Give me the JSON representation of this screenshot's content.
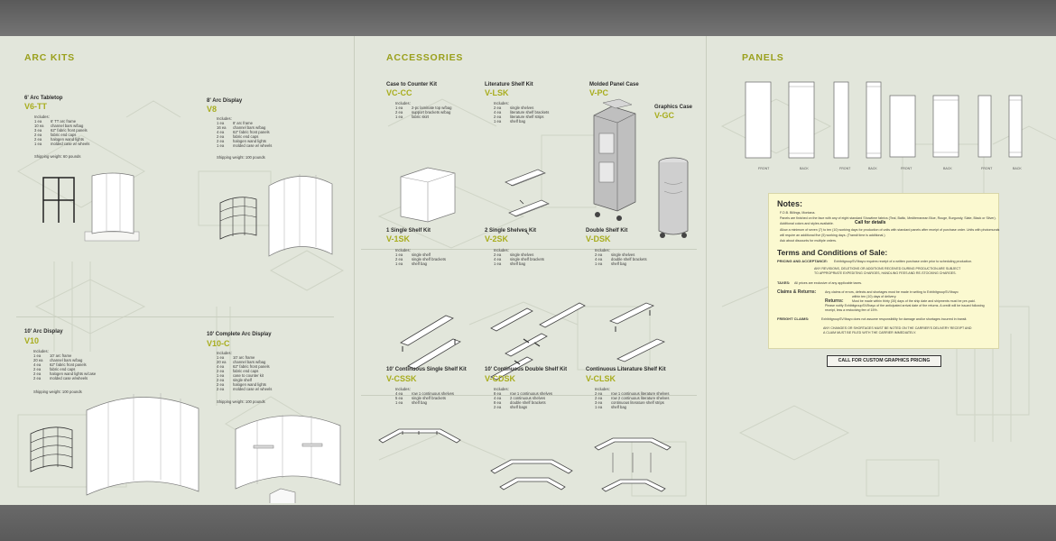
{
  "sections": {
    "arc_kits": "ARC KITS",
    "accessories": "ACCESSORIES",
    "panels": "PANELS"
  },
  "includes_label": "Includes:",
  "arc_kits": [
    {
      "title": "6' Arc Tabletop",
      "code": "V6-TT",
      "items": [
        [
          "1 ea",
          "6' TT arc frame"
        ],
        [
          "10 ea",
          "channel bars w/bag"
        ],
        [
          "3 ea",
          "62\" fabric front panels"
        ],
        [
          "2 ea",
          "fabric end caps"
        ],
        [
          "2 ea",
          "halogen wand lights"
        ],
        [
          "1 ea",
          "molded case w/ wheels"
        ]
      ],
      "shipping": "Shipping weight: 60 pounds"
    },
    {
      "title": "8' Arc Display",
      "code": "V8",
      "items": [
        [
          "1 ea",
          "8' arc frame"
        ],
        [
          "16 ea",
          "channel bars w/bag"
        ],
        [
          "4 ea",
          "62\" fabric front panels"
        ],
        [
          "2 ea",
          "fabric end caps"
        ],
        [
          "2 ea",
          "halogen wand lights"
        ],
        [
          "1 ea",
          "molded case w/ wheels"
        ]
      ],
      "shipping": "Shipping weight: 100 pounds"
    },
    {
      "title": "10' Arc Display",
      "code": "V10",
      "items": [
        [
          "1 ea",
          "10' arc frame"
        ],
        [
          "20 ea",
          "channel bars w/bag"
        ],
        [
          "4 ea",
          "62\" fabric front panels"
        ],
        [
          "2 ea",
          "fabric end caps"
        ],
        [
          "2 ea",
          "halogen wand lights w/case"
        ],
        [
          "2 ea",
          "molded case w/wheels"
        ]
      ],
      "shipping": "Shipping weight: 100 pounds"
    },
    {
      "title": "10' Complete Arc Display",
      "code": "V10-C",
      "items": [
        [
          "1 ea",
          "10' arc frame"
        ],
        [
          "20 ea",
          "channel bars w/bag"
        ],
        [
          "4 ea",
          "62\" fabric front panels"
        ],
        [
          "2 ea",
          "fabric end caps"
        ],
        [
          "1 ea",
          "case to counter kit"
        ],
        [
          "2 ea",
          "single shelf"
        ],
        [
          "2 ea",
          "halogen wand lights"
        ],
        [
          "2 ea",
          "molded case w/ wheels"
        ]
      ],
      "shipping": "Shipping weight: 100 pounds"
    }
  ],
  "accessories": [
    {
      "title": "Case to Counter Kit",
      "code": "VC-CC",
      "items": [
        [
          "1 ea",
          "2-pc laminate top w/bag"
        ],
        [
          "2 ea",
          "support brackets w/bag"
        ],
        [
          "1 ea",
          "fabric skirt"
        ]
      ]
    },
    {
      "title": "Literature Shelf Kit",
      "code": "V-LSK",
      "items": [
        [
          "2 ea",
          "single shelves"
        ],
        [
          "4 ea",
          "literature shelf brackets"
        ],
        [
          "2 ea",
          "literature shelf strips"
        ],
        [
          "1 ea",
          "shelf bag"
        ]
      ]
    },
    {
      "title": "Molded Panel Case",
      "code": "V-PC",
      "items": []
    },
    {
      "title": "Graphics Case",
      "code": "V-GC",
      "items": []
    },
    {
      "title": "1 Single Shelf Kit",
      "code": "V-1SK",
      "items": [
        [
          "1 ea",
          "single shelf"
        ],
        [
          "2 ea",
          "single shelf brackets"
        ],
        [
          "1 ea",
          "shelf bag"
        ]
      ]
    },
    {
      "title": "2 Single Shelves Kit",
      "code": "V-2SK",
      "items": [
        [
          "2 ea",
          "single shelves"
        ],
        [
          "4 ea",
          "single shelf brackets"
        ],
        [
          "1 ea",
          "shelf bag"
        ]
      ]
    },
    {
      "title": "Double Shelf Kit",
      "code": "V-DSK",
      "items": [
        [
          "2 ea",
          "single shelves"
        ],
        [
          "4 ea",
          "double shelf brackets"
        ],
        [
          "1 ea",
          "shelf bag"
        ]
      ]
    },
    {
      "title": "10' Continuous Single Shelf Kit",
      "code": "V-CSSK",
      "items": [
        [
          "4 ea",
          "row 1 continuous shelves"
        ],
        [
          "5 ea",
          "single shelf brackets"
        ],
        [
          "1 ea",
          "shelf bag"
        ]
      ]
    },
    {
      "title": "10' Continuous Double Shelf Kit",
      "code": "V-CDSK",
      "items": [
        [
          "8 ea",
          "row 1 continuous shelves"
        ],
        [
          "4 ea",
          "2 continuous shelves"
        ],
        [
          "8 ea",
          "double shelf brackets"
        ],
        [
          "2 ea",
          "shelf bags"
        ]
      ]
    },
    {
      "title": "Continuous Literature Shelf Kit",
      "code": "V-CLSK",
      "items": [
        [
          "2 ea",
          "row 1 continuous literature shelves"
        ],
        [
          "2 ea",
          "row 2 continuous literature shelves"
        ],
        [
          "3 ea",
          "continuous literature shelf strips"
        ],
        [
          "1 ea",
          "shelf bag"
        ]
      ]
    }
  ],
  "panel_labels": [
    "FRONT",
    "BACK",
    "FRONT",
    "BACK",
    "FRONT",
    "BACK",
    "FRONT",
    "BACK"
  ],
  "notes": {
    "heading": "Notes:",
    "lines": [
      "F.O.B. Billings, Montana.",
      "Panels are finished on the face with any of eight standard Showtime fabrics (Teal, Baltic, Mediterranean Blue, Rouge, Burgundy, Slate, Black or Silver).",
      "Additional colors and styles available.",
      "Call for details",
      "Allow a minimum of seven (7) to ten (10) working days for production of units with standard panels after receipt of purchase order. Units with photomurals",
      "will require an additional five (5) working days. (Transit time is additional.)",
      "Ask about discounts for multiple orders."
    ],
    "terms_heading": "Terms and Conditions of Sale:",
    "pricing_label": "PRICING AND ACCEPTANCE:",
    "pricing_text": "ExhibitgroupSV/Ibayo requires receipt of a written purchase order prior to scheduling production.",
    "revisions": "ANY REVISIONS, DELETIONS OR ADDITIONS RECEIVED DURING PRODUCTION ARE SUBJECT",
    "revisions2": "TO APPROPRIATE EXPEDITING CHARGES, HANDLING FEES AND RE-STOCKING CHARGES.",
    "taxes_label": "TAXES:",
    "taxes_text": "All prices are exclusive of any applicable taxes.",
    "claims_label": "Claims & Returns:",
    "claims_text": "Any claims of errors, defects and shortages must be made in writing to ExhibitgroupSV/Ibayo",
    "claims_text2": "within ten (10) days of delivery.",
    "returns_label": "Returns:",
    "returns_text": "Must be made within thirty (30) days of the ship date and shipments must be pre-paid.",
    "returns_text2": "Please notify ExhibitgroupSV/Ibayo of the anticipated arrival date of the returns. A credit will be issued following",
    "returns_text3": "receipt, less a restocking fee of 15%.",
    "freight_label": "FREIGHT CLAIMS:",
    "freight_text": "ExhibitgroupSV/Ibayo does not assume responsibility for damage and/or shortages incurred in transit.",
    "shortages": "ANY CHANGES OR SHORTAGES MUST BE NOTED ON THE CARRIER'S DELIVERY RECEIPT AND",
    "shortages2": "A CLAIM MUST BE FILED WITH THE CARRIER IMMEDIATELY."
  },
  "call_button": "CALL FOR CUSTOM GRAPHICS PRICING"
}
